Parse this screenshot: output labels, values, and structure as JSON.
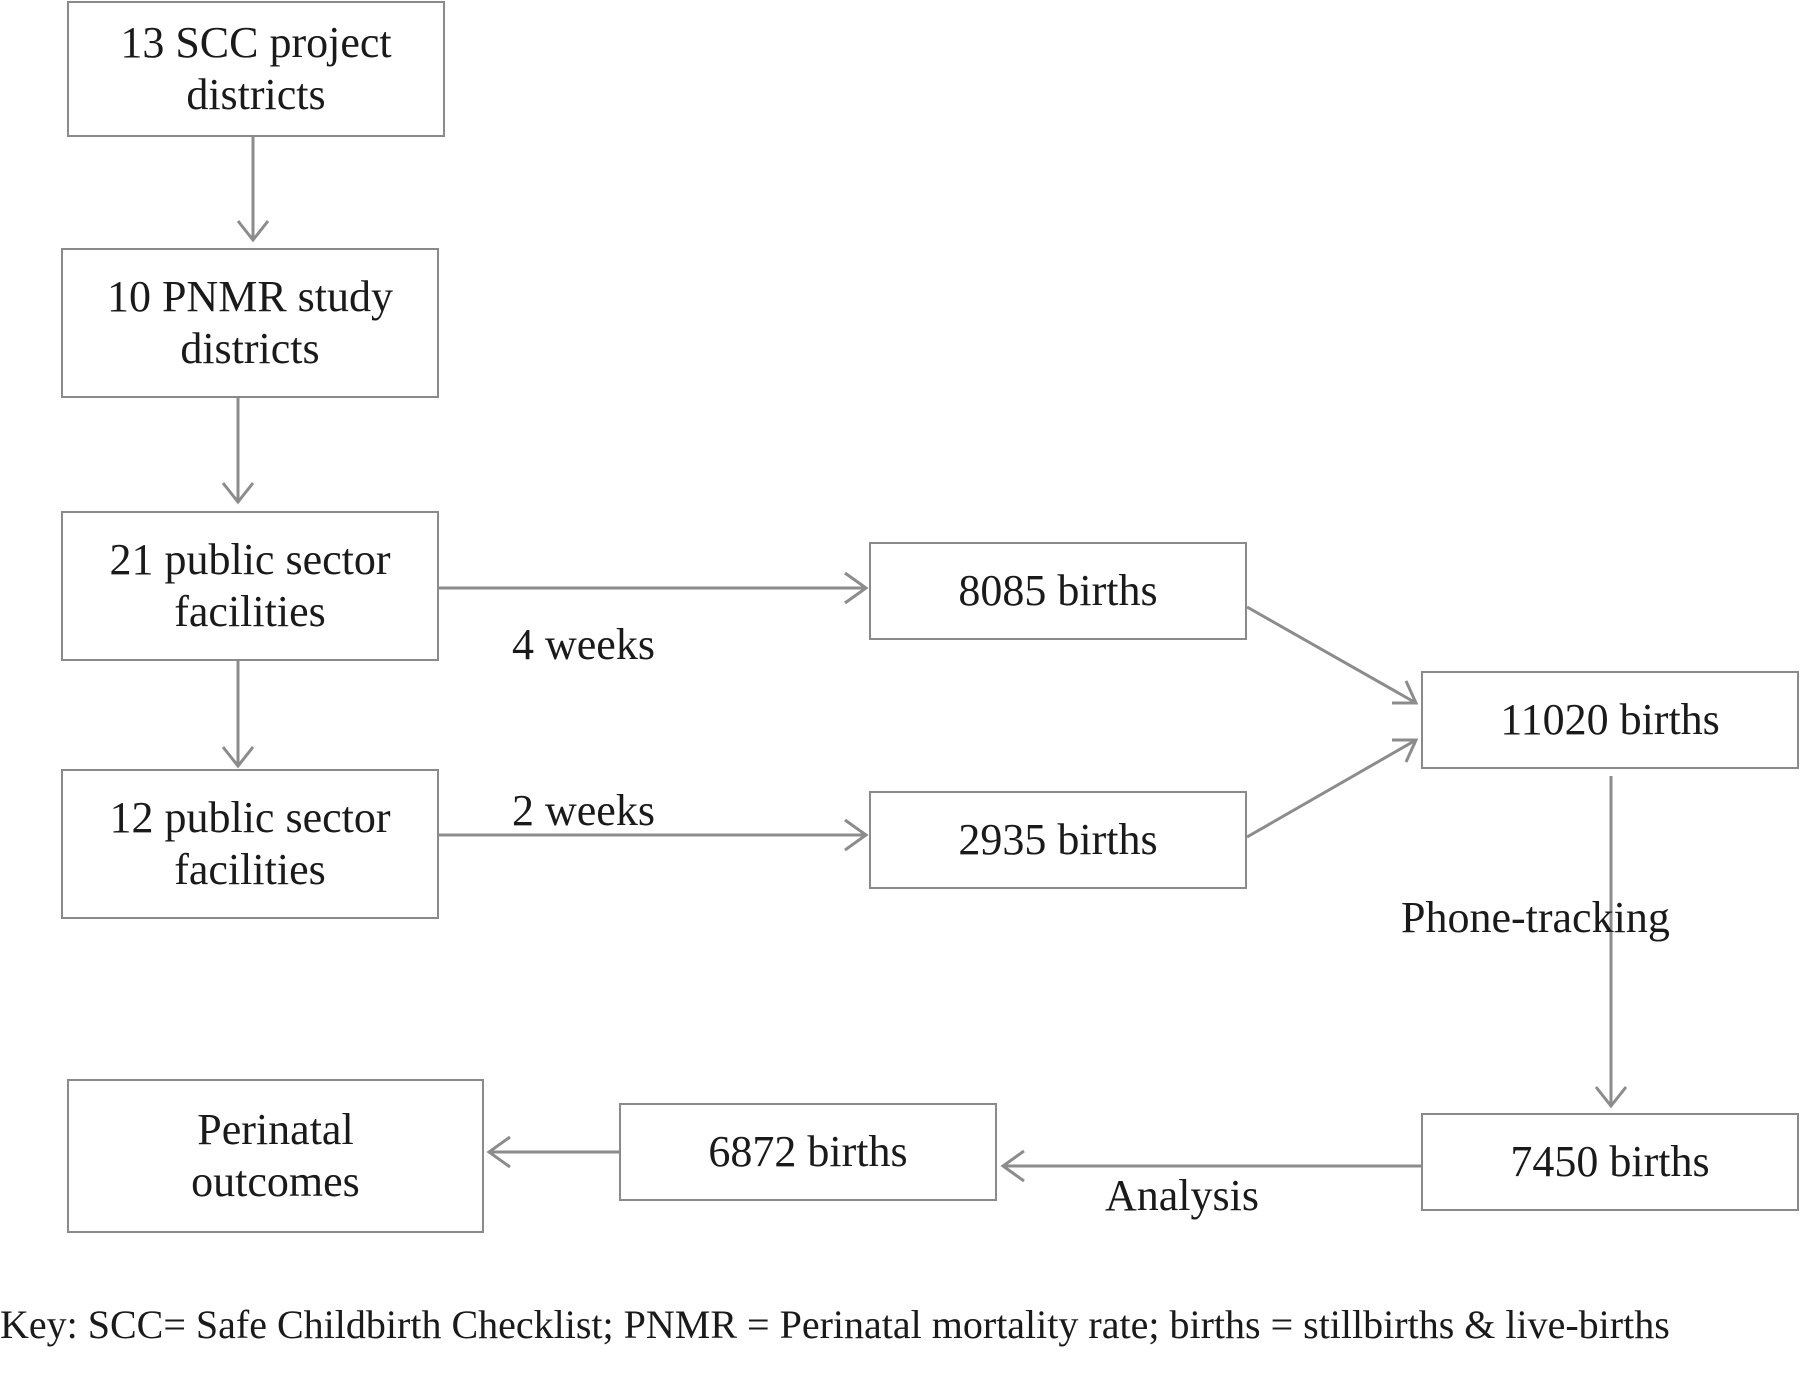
{
  "boxes": {
    "scc_districts": "13 SCC project\ndistricts",
    "pnmr_districts": "10 PNMR study\ndistricts",
    "facilities_21": "21 public sector\nfacilities",
    "facilities_12": "12 public sector\nfacilities",
    "births_8085": "8085 births",
    "births_2935": "2935 births",
    "births_11020": "11020 births",
    "births_7450": "7450 births",
    "births_6872": "6872 births",
    "perinatal_outcomes": "Perinatal\noutcomes"
  },
  "labels": {
    "four_weeks": "4 weeks",
    "two_weeks": "2 weeks",
    "phone_tracking": "Phone-tracking",
    "analysis": "Analysis"
  },
  "key": "Key: SCC= Safe Childbirth Checklist; PNMR = Perinatal mortality rate; births = stillbirths & live-births"
}
